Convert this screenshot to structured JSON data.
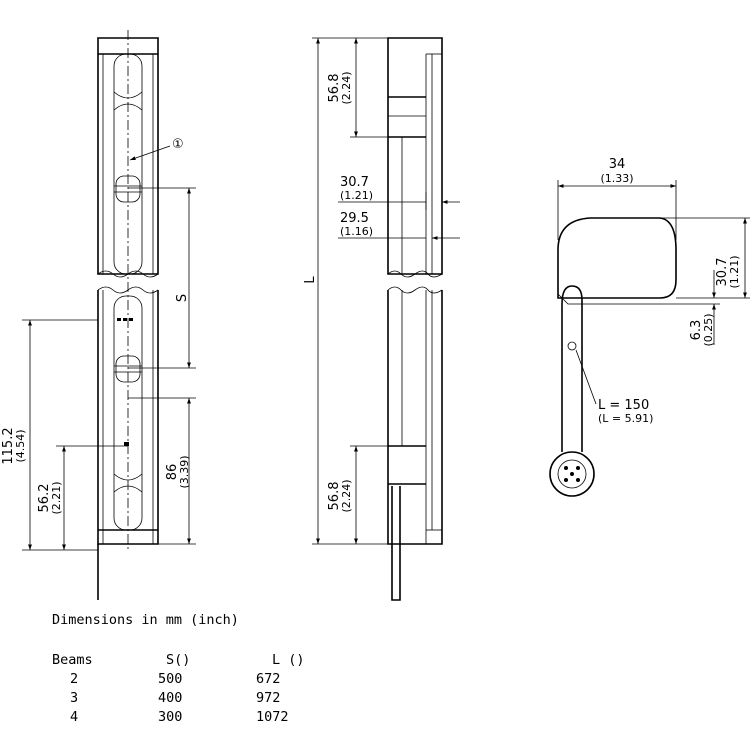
{
  "left_view": {
    "callout": "①",
    "s_label": "S",
    "dim_86": {
      "value": "86",
      "inch": "(3.39)"
    },
    "dim_115": {
      "value": "115.2",
      "inch": "(4.54)"
    },
    "dim_56": {
      "value": "56.2",
      "inch": "(2.21)"
    }
  },
  "side_view": {
    "l_label": "L",
    "top_dim": {
      "value": "56.8",
      "inch": "(2.24)"
    },
    "bottom_dim": {
      "value": "56.8",
      "inch": "(2.24)"
    },
    "dim_307": {
      "value": "30.7",
      "inch": "(1.21)"
    },
    "dim_295": {
      "value": "29.5",
      "inch": "(1.16)"
    }
  },
  "section_view": {
    "width_dim": {
      "value": "34",
      "inch": "(1.33)"
    },
    "height_dim": {
      "value": "30.7",
      "inch": "(1.21)"
    },
    "offset_dim": {
      "value": "6.3",
      "inch": "(0.25)"
    },
    "cable": {
      "value": "L = 150",
      "inch": "(L = 5.91)"
    }
  },
  "table": {
    "title": "Dimensions in mm (inch)",
    "headers": [
      "Beams",
      "S()",
      "L ()"
    ],
    "rows": [
      [
        "2",
        "500",
        "672"
      ],
      [
        "3",
        "400",
        "972"
      ],
      [
        "4",
        "300",
        "1072"
      ]
    ]
  }
}
